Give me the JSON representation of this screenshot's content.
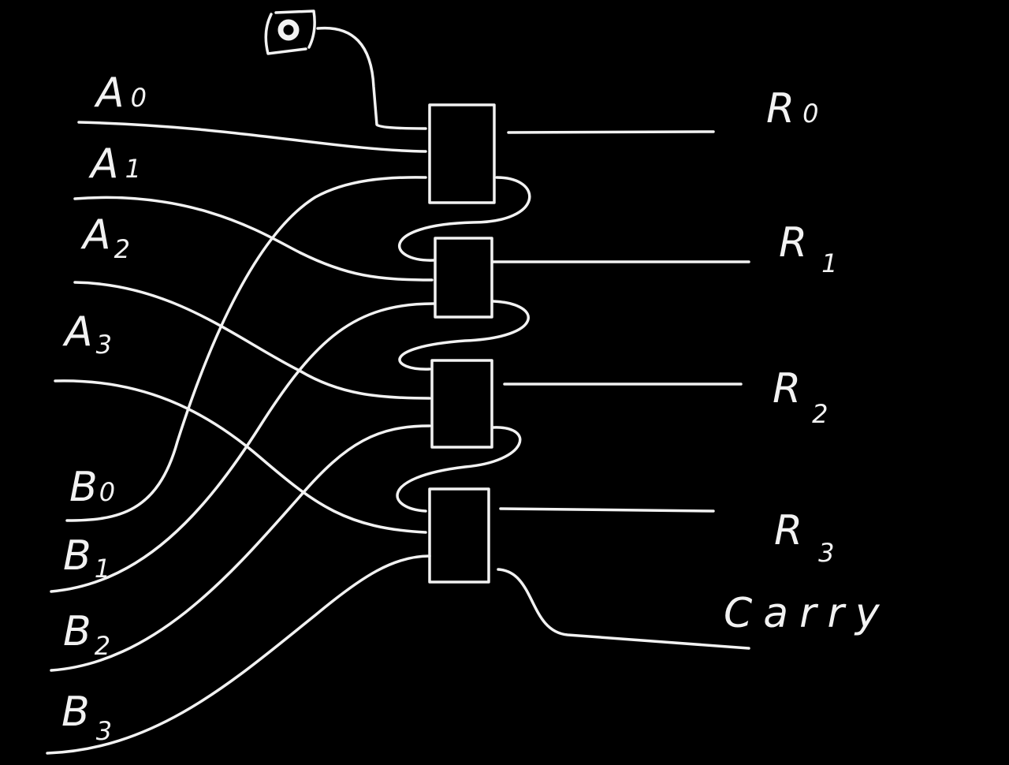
{
  "title": "4-bit ripple carry adder (hand-drawn)",
  "carry_in": "0",
  "inputs_a": [
    {
      "name": "A",
      "index": "0"
    },
    {
      "name": "A",
      "index": "1"
    },
    {
      "name": "A",
      "index": "2"
    },
    {
      "name": "A",
      "index": "3"
    }
  ],
  "inputs_b": [
    {
      "name": "B",
      "index": "0"
    },
    {
      "name": "B",
      "index": "1"
    },
    {
      "name": "B",
      "index": "2"
    },
    {
      "name": "B",
      "index": "3"
    }
  ],
  "outputs": [
    {
      "name": "R",
      "index": "0"
    },
    {
      "name": "R",
      "index": "1"
    },
    {
      "name": "R",
      "index": "2"
    },
    {
      "name": "R",
      "index": "3"
    }
  ],
  "carry_out": "Carry",
  "colors": {
    "background": "#000000",
    "stroke": "#f2f2f2"
  }
}
